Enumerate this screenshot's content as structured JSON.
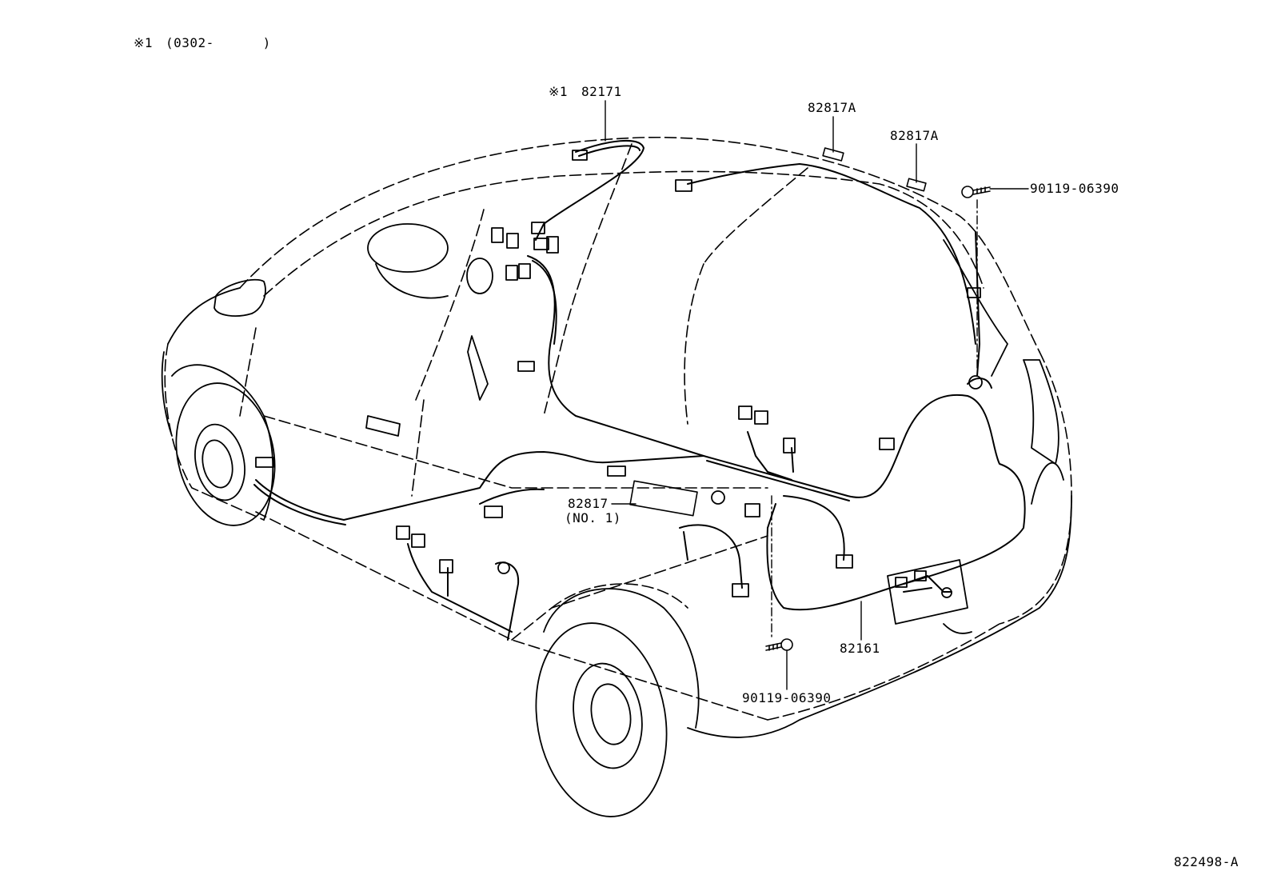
{
  "note": {
    "marker": "※1",
    "range": "(0302-      )"
  },
  "callouts": {
    "antenna_cord": {
      "marker": "※1",
      "part_no": "82171"
    },
    "clamp_roof_1": "82817A",
    "clamp_roof_2": "82817A",
    "bolt_upper": "90119-06390",
    "protector_floor": {
      "part_no": "82817",
      "sub": "(NO. 1)"
    },
    "wire_floor": "82161",
    "bolt_lower": "90119-06390"
  },
  "figure_id": "822498-A",
  "colors": {
    "line": "#000000",
    "background": "#ffffff"
  }
}
